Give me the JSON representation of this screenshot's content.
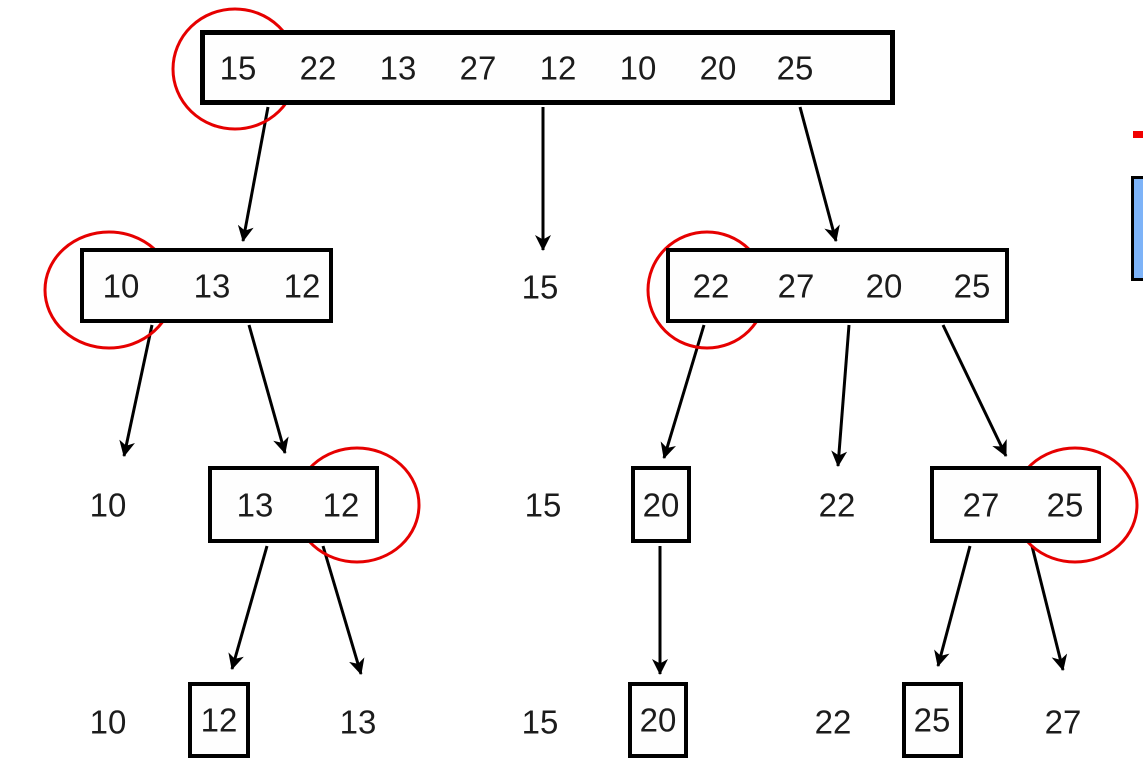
{
  "figure": {
    "type": "quicksort-partition-tree-diagram",
    "circled_pivot_values": [
      "15",
      "10",
      "22",
      "12",
      "25"
    ],
    "colors": {
      "highlight_circle_red": "#e60000",
      "edge_black": "#000000",
      "legend_blue_fill": "#7db3f8",
      "legend_red": "#f10000",
      "node_text": "#1c1c1c"
    },
    "level1": {
      "root_box": [
        "15",
        "22",
        "13",
        "27",
        "12",
        "10",
        "20",
        "25"
      ]
    },
    "level2": {
      "left_box": [
        "10",
        "13",
        "12"
      ],
      "middle_value": "15",
      "right_box": [
        "22",
        "27",
        "20",
        "25"
      ]
    },
    "level3": {
      "value_left": "10",
      "box_13_12": [
        "13",
        "12"
      ],
      "value_middle": "15",
      "box_20": [
        "20"
      ],
      "value_right": "22",
      "box_27_25": [
        "27",
        "25"
      ]
    },
    "level4": {
      "value_1": "10",
      "box_12": [
        "12"
      ],
      "value_2": "13",
      "value_3": "15",
      "box_20": [
        "20"
      ],
      "value_4": "22",
      "box_25": [
        "25"
      ],
      "value_5": "27"
    }
  }
}
